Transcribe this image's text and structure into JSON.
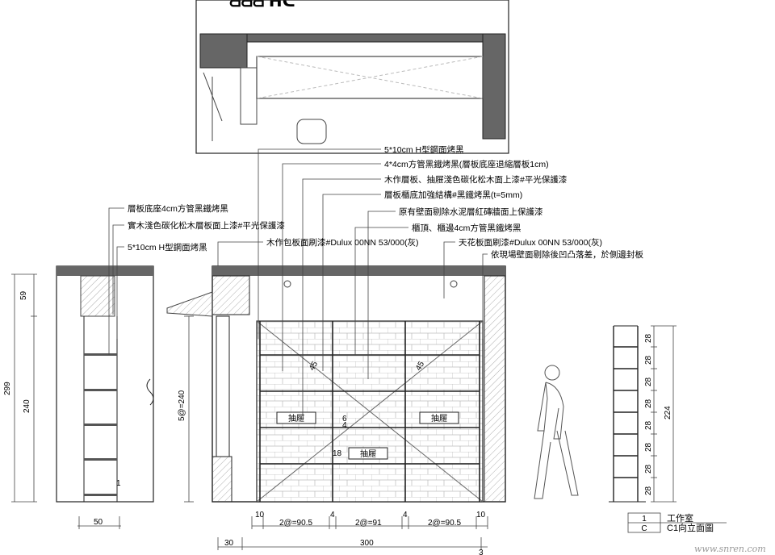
{
  "plan_label": "ᗺᗺᗺ ᕼᑕ",
  "annotations_center": [
    "5*10cm H型鋼面烤黑",
    "4*4cm方管黑鐵烤黑(層板底座退縮層板1cm)",
    "木作層板、抽屜淺色碳化松木面上漆#平光保護漆",
    "層板櫃底加強結構#黑鐵烤黑(t=5mm)",
    "原有壁面剔除水泥層紅磚牆面上保護漆",
    "櫃頂、櫃邊4cm方管黑鐵烤黑",
    "天花板面刷漆#Dulux 00NN 53/000(灰)",
    "依現場壁面剔除後凹凸落差，於側邊封板"
  ],
  "annotations_left": [
    "層板底座4cm方管黑鐵烤黑",
    "實木淺色碳化松木層板面上漆#平光保護漆",
    "5*10cm H型鋼面烤黑",
    "木作包板面刷漆#Dulux 00NN 53/000(灰)"
  ],
  "dims_left": {
    "top": "59",
    "total": "299",
    "mid": "240",
    "width": "50"
  },
  "dims_center": {
    "height": "5@=240",
    "seg1": "10",
    "seg2": "2@=90.5",
    "seg3": "4",
    "seg4": "2@=91",
    "seg5": "4",
    "seg6": "2@=90.5",
    "seg7": "10",
    "start": "30",
    "total": "300",
    "end": "3"
  },
  "dims_right": {
    "steps": [
      "28",
      "28",
      "28",
      "28",
      "28",
      "28",
      "28",
      "28"
    ],
    "total": "224"
  },
  "drawer_labels": [
    "抽屜",
    "抽屜",
    "抽屜"
  ],
  "small_dims": [
    "45",
    "45",
    "4",
    "6",
    "18",
    "1"
  ],
  "title_block": {
    "num": "1",
    "letter": "C",
    "room": "工作室",
    "drawing": "C1向立面圖"
  },
  "watermark": "www.snren.com"
}
